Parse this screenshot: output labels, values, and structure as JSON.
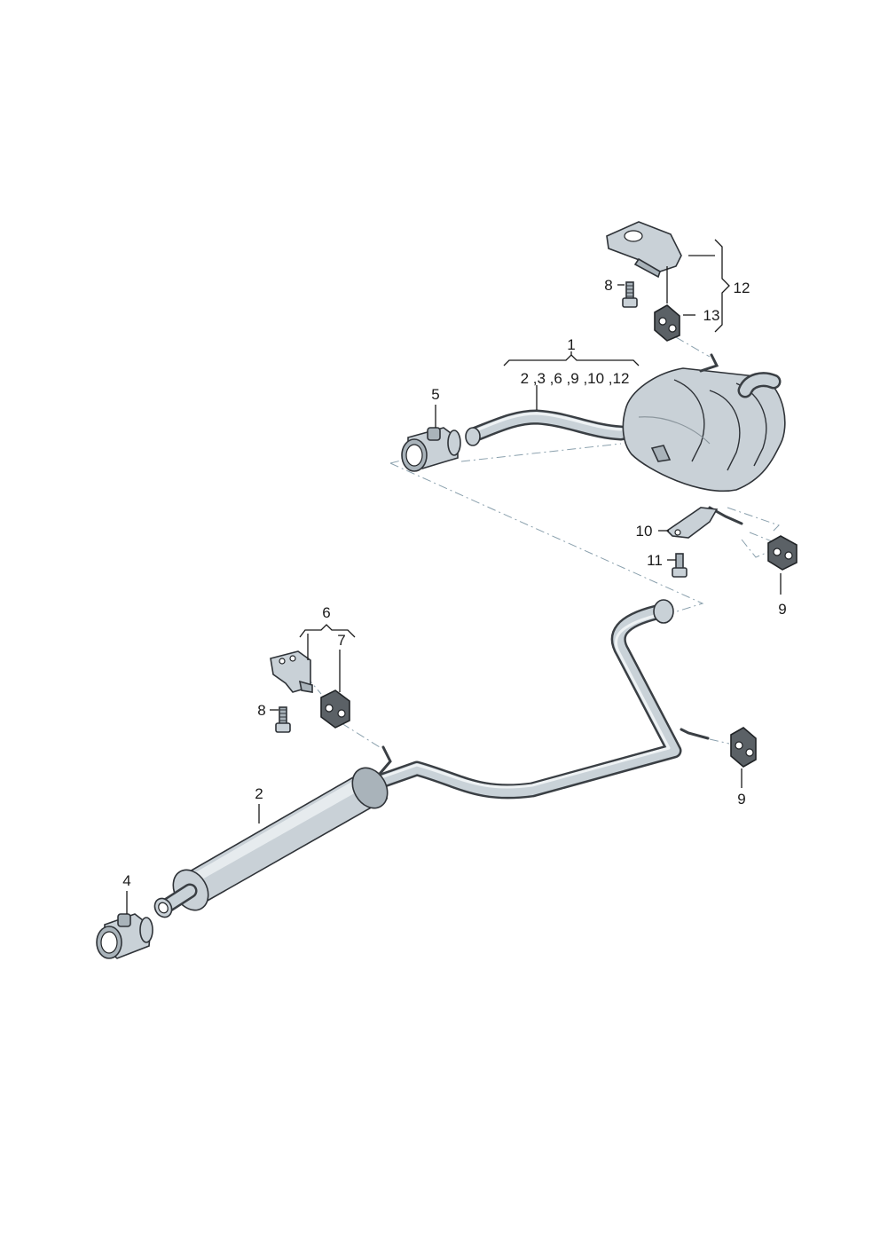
{
  "callouts": {
    "c1": "1",
    "c1_sub": "2 ,3 ,6 ,9 ,10 ,12",
    "c2": "2",
    "c4": "4",
    "c5": "5",
    "c6": "6",
    "c7": "7",
    "c8_top": "8",
    "c8_bottom": "8",
    "c9_right": "9",
    "c9_bottom": "9",
    "c10": "10",
    "c11": "11",
    "c12": "12",
    "c13": "13"
  },
  "colors": {
    "line": "#1a1a1a",
    "metal": "#c9d1d7",
    "rubber": "#5b6166",
    "center_line": "#8aa0ad"
  }
}
